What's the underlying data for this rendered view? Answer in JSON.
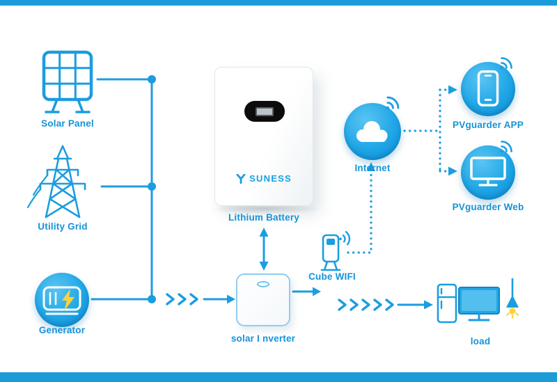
{
  "colors": {
    "accent": "#1b9de0",
    "accent_dark": "#0e86c8",
    "bar": "#1b9cd9",
    "label": "#1593d8",
    "yellow": "#ffd23a"
  },
  "diagram": {
    "nodes": {
      "solar_panel": {
        "label": "Solar Panel"
      },
      "utility_grid": {
        "label": "Utility Grid"
      },
      "generator": {
        "label": "Generator"
      },
      "lithium_battery": {
        "label": "Lithium Battery",
        "brand": "SUNESS"
      },
      "solar_inverter": {
        "label": "solar I nverter"
      },
      "internet": {
        "label": "Internet"
      },
      "cube_wifi": {
        "label": "Cube WIFI"
      },
      "pvguarder_app": {
        "label": "PVguarder APP"
      },
      "pvguarder_web": {
        "label": "PVguarder Web"
      },
      "load": {
        "label": "load"
      }
    },
    "edges": [
      {
        "from": "solar_panel",
        "to": "bus",
        "style": "solid"
      },
      {
        "from": "utility_grid",
        "to": "bus",
        "style": "solid"
      },
      {
        "from": "generator",
        "to": "bus",
        "style": "solid"
      },
      {
        "from": "bus",
        "to": "solar_inverter",
        "style": "chevron-arrow"
      },
      {
        "from": "lithium_battery",
        "to": "solar_inverter",
        "style": "double-arrow"
      },
      {
        "from": "solar_inverter",
        "to": "cube_wifi",
        "style": "arrow"
      },
      {
        "from": "cube_wifi",
        "to": "internet",
        "style": "dotted-arrow"
      },
      {
        "from": "internet",
        "to": "pvguarder_app",
        "style": "dotted-arrow"
      },
      {
        "from": "internet",
        "to": "pvguarder_web",
        "style": "dotted-arrow"
      },
      {
        "from": "solar_inverter",
        "to": "load",
        "style": "chevron-arrow"
      }
    ]
  }
}
